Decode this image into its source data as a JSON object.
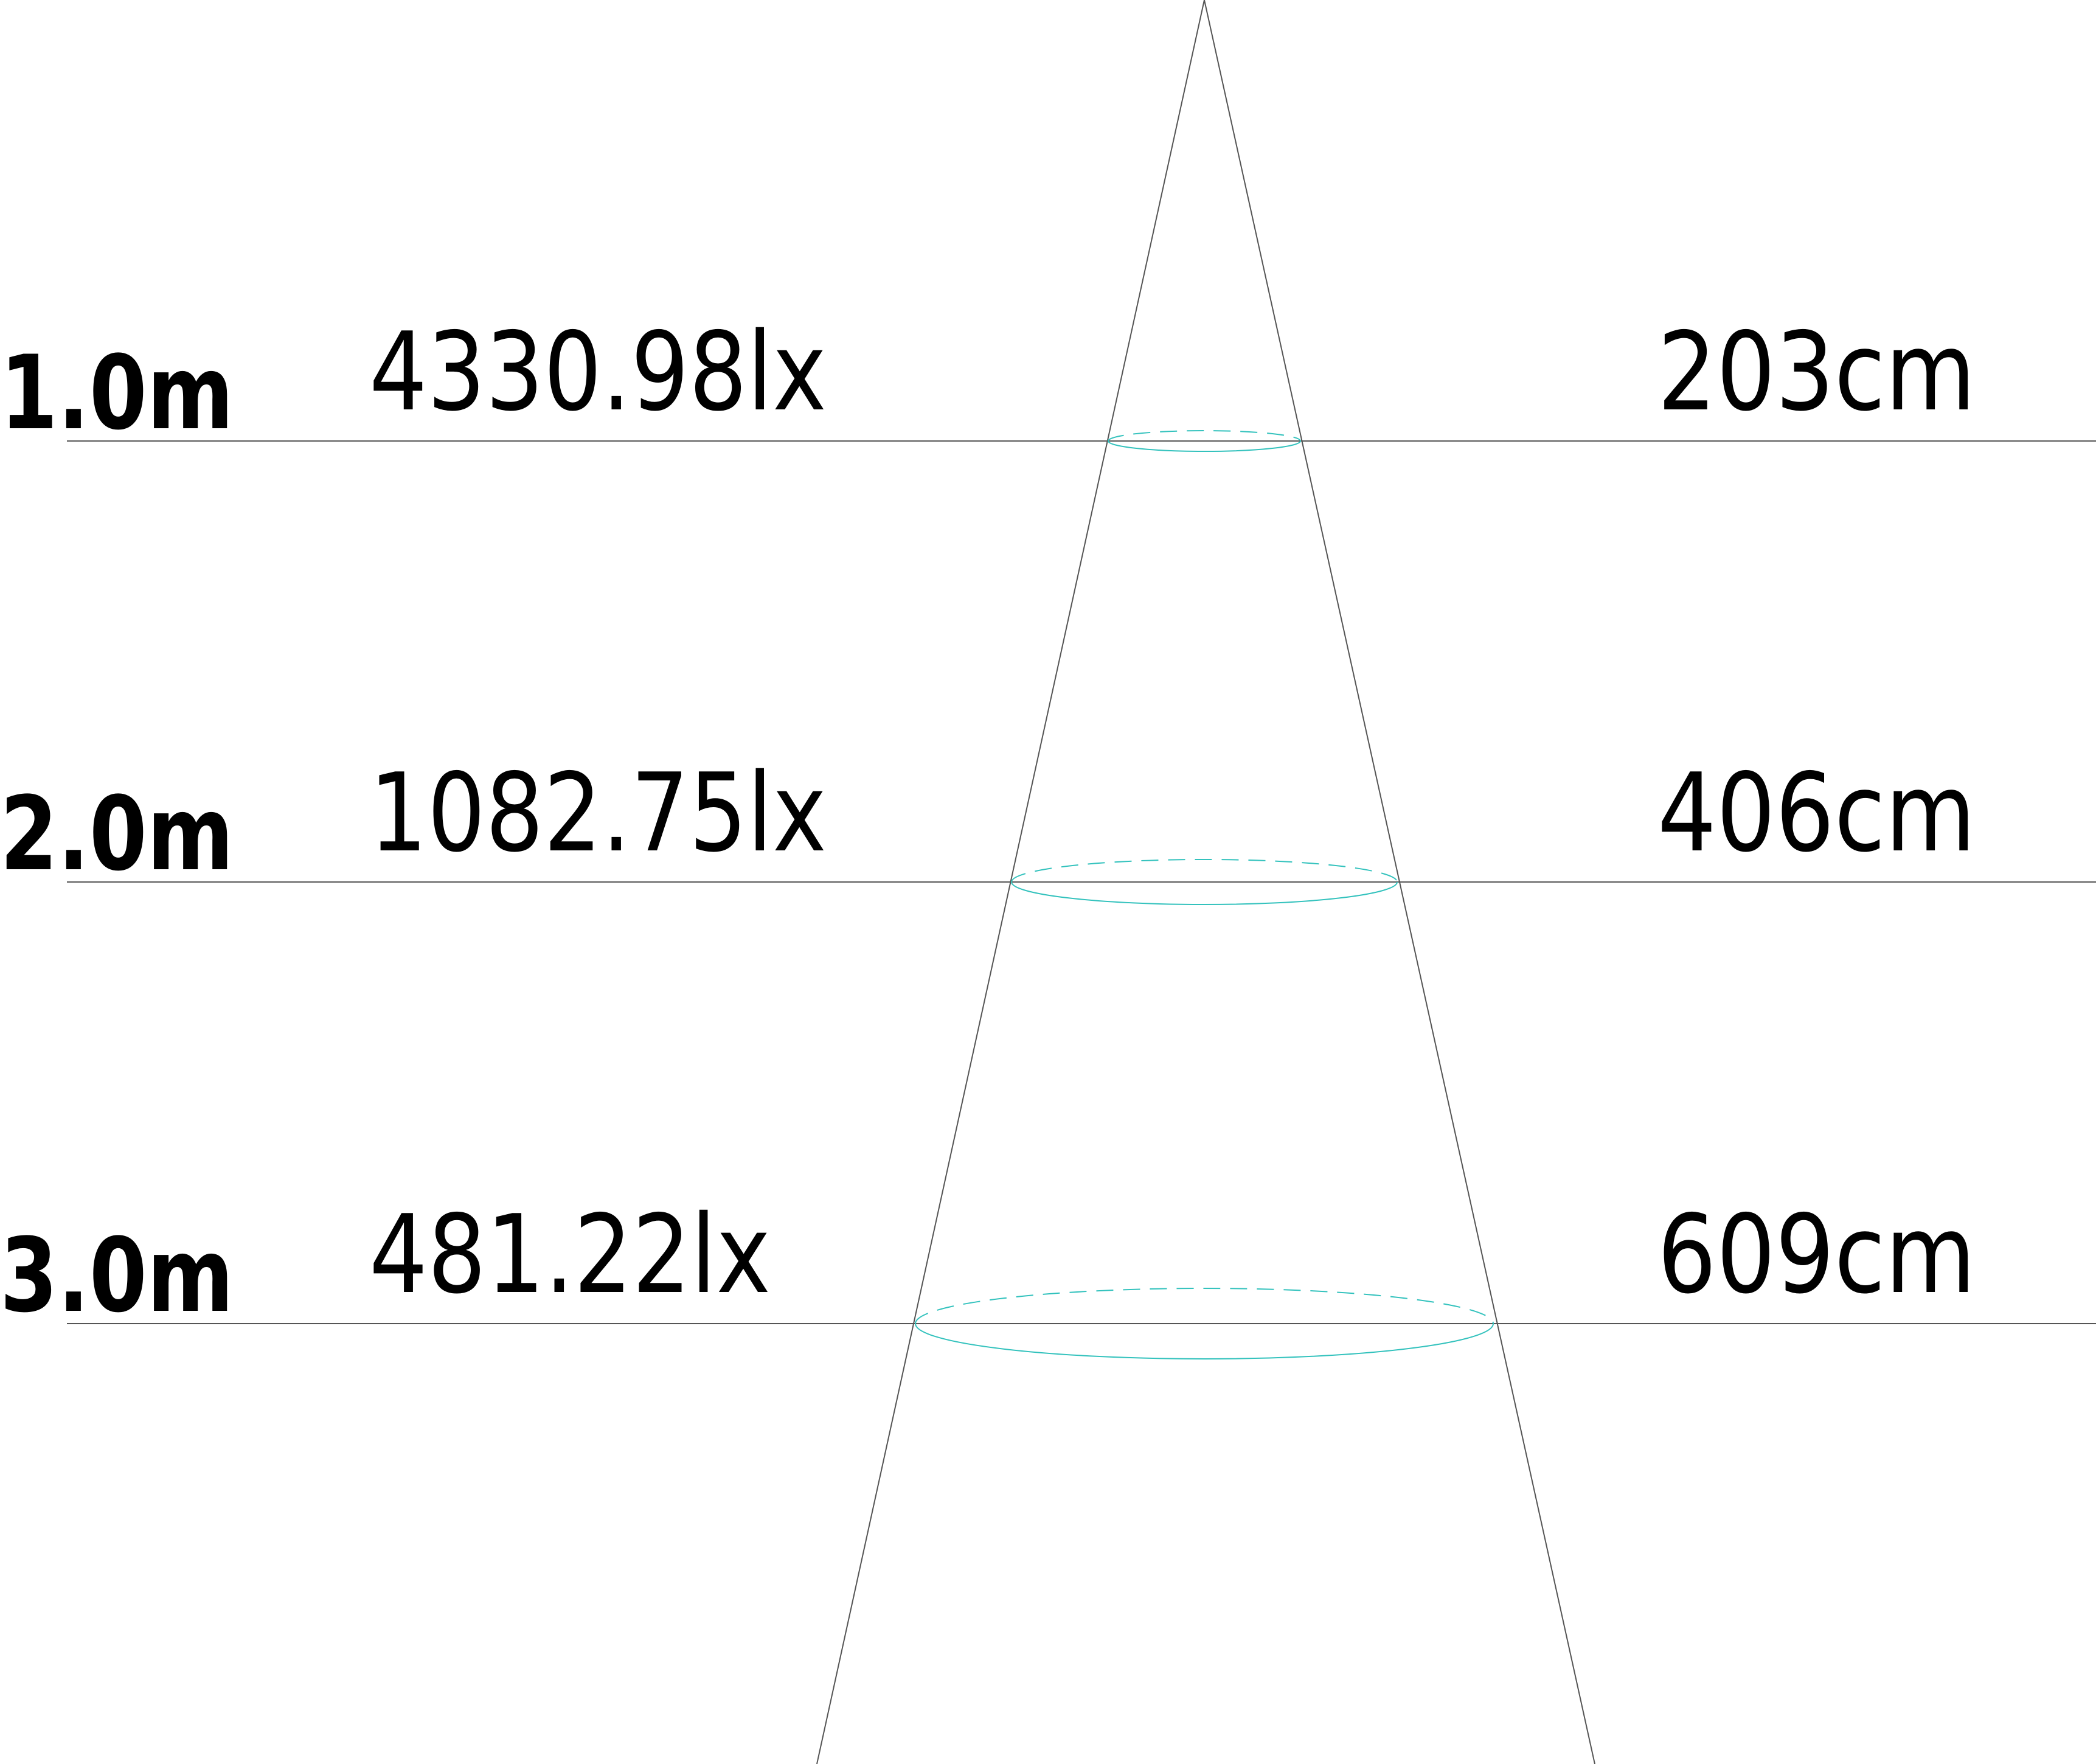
{
  "colors": {
    "line": "#555555",
    "beam_ring": "#33c2bd",
    "text": "#000000"
  },
  "levels": [
    {
      "distance": "1.0m",
      "illuminance": "4330.98lx",
      "diameter": "203cm"
    },
    {
      "distance": "2.0m",
      "illuminance": "1082.75lx",
      "diameter": "406cm"
    },
    {
      "distance": "3.0m",
      "illuminance": "481.22lx",
      "diameter": "609cm"
    }
  ]
}
